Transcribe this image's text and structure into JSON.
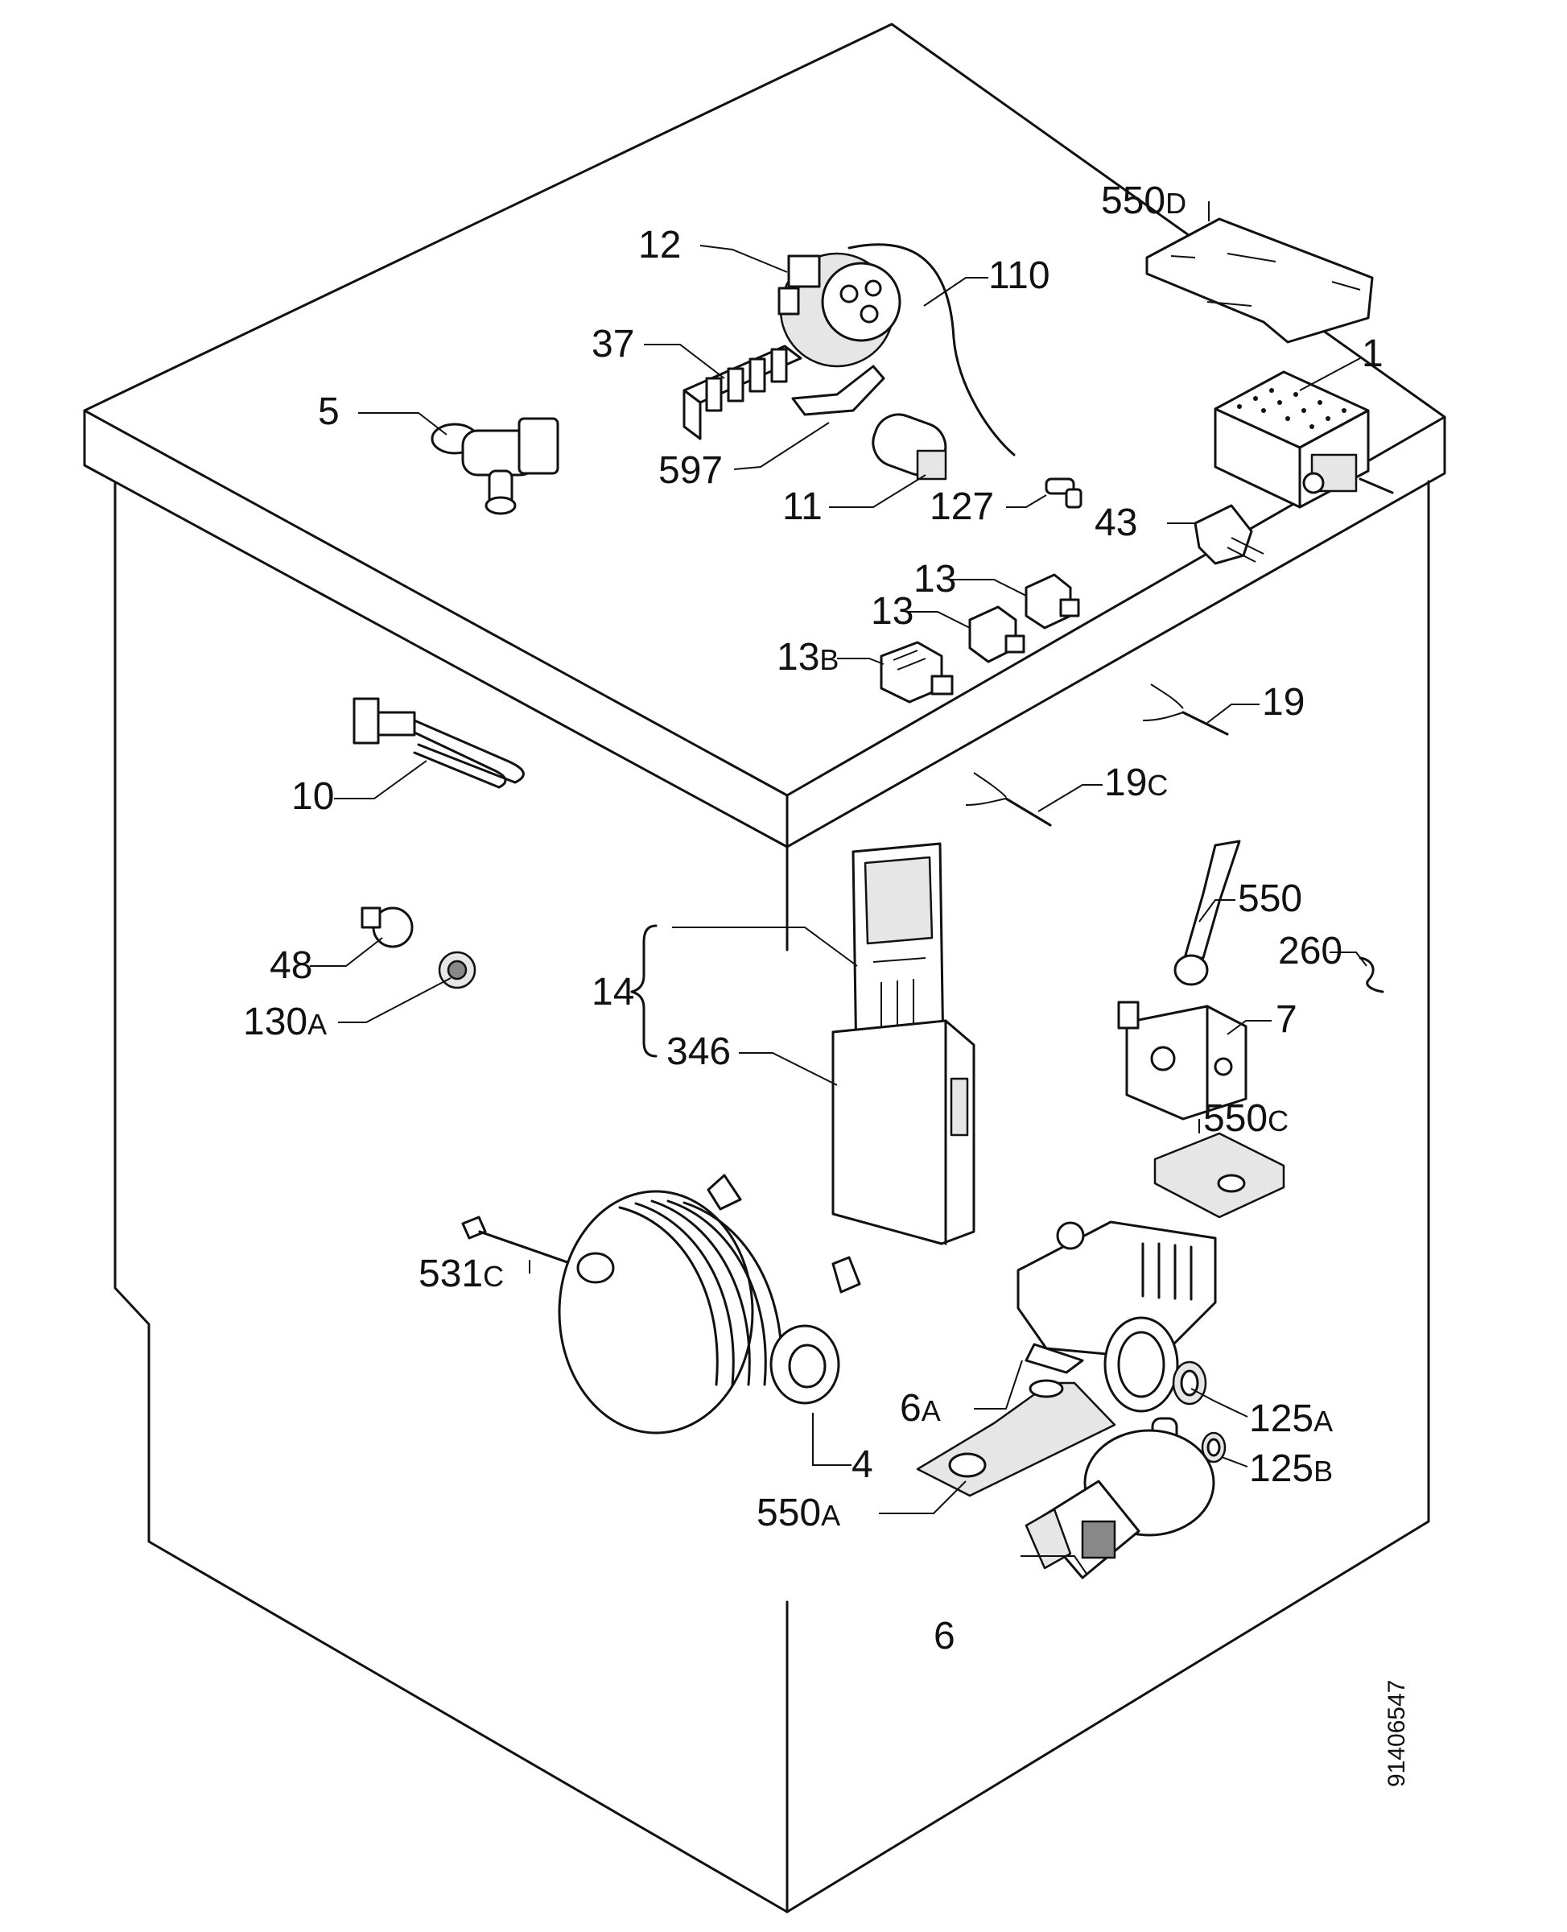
{
  "labels": {
    "p1": "1",
    "p4": "4",
    "p5": "5",
    "p6": "6",
    "p6A": [
      "6",
      "A"
    ],
    "p7": "7",
    "p10": "10",
    "p11": "11",
    "p12": "12",
    "p13a": "13",
    "p13b": "13",
    "p13B": [
      "13",
      "B"
    ],
    "p14": "14",
    "p19": "19",
    "p19C": [
      "19",
      "C"
    ],
    "p37": "37",
    "p43": "43",
    "p48": "48",
    "p110": "110",
    "p125A": [
      "125",
      "A"
    ],
    "p125B": [
      "125",
      "B"
    ],
    "p127": "127",
    "p130A": [
      "130",
      "A"
    ],
    "p260": "260",
    "p346": "346",
    "p531C": [
      "531",
      "C"
    ],
    "p550": "550",
    "p550A": [
      "550",
      "A"
    ],
    "p550C": [
      "550",
      "C"
    ],
    "p550D": [
      "550",
      "D"
    ],
    "p597": "597"
  },
  "drawing_code": "91406547"
}
